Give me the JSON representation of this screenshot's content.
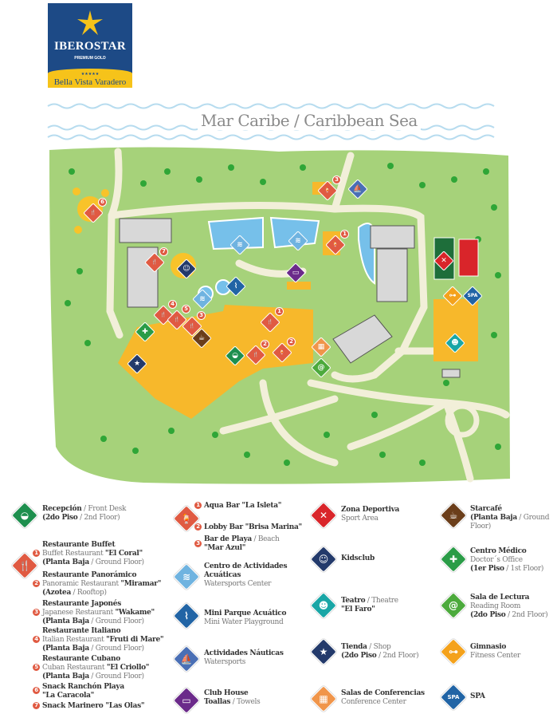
{
  "logo": {
    "brand": "IBEROSTAR",
    "tier": "PREMIUM GOLD",
    "stars": "★★★★★",
    "hotel": "Bella Vista Varadero"
  },
  "map": {
    "sea_label": "Mar Caribe / Caribbean Sea",
    "markers": [
      {
        "icon": "snack-icon",
        "glyph": "🍴",
        "num": "6",
        "color": "#e05a42"
      },
      {
        "icon": "bar-icon",
        "glyph": "🍹",
        "num": "3",
        "color": "#e05a42"
      },
      {
        "icon": "sailboat-icon",
        "glyph": "⛵",
        "color": "#4a6fb5"
      },
      {
        "icon": "restaurant-icon",
        "glyph": "🍴",
        "num": "7",
        "color": "#e05a42"
      },
      {
        "icon": "kidsclub-icon",
        "glyph": "☺",
        "color": "#233a6b"
      },
      {
        "icon": "swimmer-icon",
        "glyph": "≋",
        "color": "#6fb3e0"
      },
      {
        "icon": "swimmer-icon",
        "glyph": "≋",
        "color": "#6fb3e0"
      },
      {
        "icon": "bar-icon",
        "glyph": "🍹",
        "num": "1",
        "color": "#e05a42"
      },
      {
        "icon": "club-house-icon",
        "glyph": "▭",
        "color": "#6b2a8a"
      },
      {
        "icon": "water-slide-icon",
        "glyph": "⌇",
        "color": "#2164a5"
      },
      {
        "icon": "swimmer-icon",
        "glyph": "≋",
        "color": "#6fb3e0"
      },
      {
        "icon": "restaurant-icon",
        "glyph": "🍴",
        "num": "4",
        "color": "#e05a42"
      },
      {
        "icon": "restaurant-icon",
        "glyph": "🍴",
        "num": "5",
        "color": "#e05a42"
      },
      {
        "icon": "restaurant-icon",
        "glyph": "🍴",
        "num": "3",
        "color": "#e05a42"
      },
      {
        "icon": "restaurant-icon",
        "glyph": "🍴",
        "num": "1",
        "color": "#e05a42"
      },
      {
        "icon": "medical-icon",
        "glyph": "✚",
        "color": "#2a9c47"
      },
      {
        "icon": "starcafe-icon",
        "glyph": "☕",
        "color": "#6b3e1a"
      },
      {
        "icon": "reception-icon",
        "glyph": "◒",
        "color": "#1e8f4e"
      },
      {
        "icon": "restaurant-icon",
        "glyph": "🍴",
        "num": "2",
        "color": "#e05a42"
      },
      {
        "icon": "bar-icon",
        "glyph": "🍹",
        "num": "2",
        "color": "#e05a42"
      },
      {
        "icon": "conference-icon",
        "glyph": "▦",
        "color": "#f0954a"
      },
      {
        "icon": "reading-icon",
        "glyph": "@",
        "color": "#4caa3c"
      },
      {
        "icon": "shop-icon",
        "glyph": "★",
        "color": "#233a6b"
      },
      {
        "icon": "gym-icon",
        "glyph": "⊶",
        "color": "#f4a21c"
      },
      {
        "icon": "spa-icon",
        "glyph": "SPA",
        "color": "#2164a5"
      },
      {
        "icon": "theatre-icon",
        "glyph": "☻",
        "color": "#19a6a6"
      },
      {
        "icon": "sport-icon",
        "glyph": "✕",
        "color": "#d9252a"
      }
    ]
  },
  "legend": {
    "reception": {
      "b1": "Recepción",
      "t1": "Front Desk",
      "b2": "(2do Piso",
      "t2": "2nd Floor)",
      "color": "#1e8f4e",
      "glyph": "◒"
    },
    "restaurants": {
      "color": "#e05a42",
      "glyph": "🍴",
      "items": [
        {
          "n": "1",
          "title": "Restaurante Buffet",
          "sub": "Buffet Restaurant ",
          "name": "\"El Coral\"",
          "b": "(Planta Baja",
          "t": "Ground Floor)"
        },
        {
          "n": "2",
          "title": "Restaurante Panorámico",
          "sub": "Panoramic Restaurant ",
          "name": "\"Miramar\"",
          "b": "(Azotea",
          "t": "Rooftop)"
        },
        {
          "n": "3",
          "title": "Restaurante Japonés",
          "sub": "Japanese Restaurant ",
          "name": "\"Wakame\"",
          "b": "(Planta Baja",
          "t": "Ground Floor)"
        },
        {
          "n": "4",
          "title": "Restaurante Italiano",
          "sub": "Italian Restaurant ",
          "name": "\"Fruti di Mare\"",
          "b": "(Planta Baja",
          "t": "Ground Floor)"
        },
        {
          "n": "5",
          "title": "Restaurante Cubano",
          "sub": "Cuban Restaurant ",
          "name": "\"El Criollo\"",
          "b": "(Planta Baja",
          "t": "Ground Floor)"
        },
        {
          "n": "6",
          "title": "Snack Ranchón Playa",
          "name": "\"La Caracola\""
        },
        {
          "n": "7",
          "title": "Snack Marinero \"Las Olas\""
        }
      ]
    },
    "bars": {
      "color": "#e05a42",
      "glyph": "🍹",
      "items": [
        {
          "n": "1",
          "title": "Aqua Bar \"La Isleta\""
        },
        {
          "n": "2",
          "title": "Lobby Bar \"Brisa Marina\""
        },
        {
          "n": "3",
          "title": "Bar de Playa",
          "sub": "Beach",
          "name": "\"Mar Azul\""
        }
      ]
    },
    "watersports_center": {
      "b1": "Centro de Actividades",
      "b2": "Acuáticas",
      "t": "Watersports Center",
      "color": "#6fb3e0",
      "glyph": "≋"
    },
    "mini_water": {
      "b": "Mini Parque Acuático",
      "t": "Mini Water Playground",
      "color": "#2164a5",
      "glyph": "⌇"
    },
    "nautical": {
      "b": "Actividades Náuticas",
      "t": "Watersports",
      "color": "#4a6fb5",
      "glyph": "⛵"
    },
    "club_house": {
      "b1": "Club House",
      "b2": "Toallas",
      "t": "Towels",
      "color": "#6b2a8a",
      "glyph": "▭"
    },
    "sport": {
      "b": "Zona Deportiva",
      "t": "Sport Area",
      "color": "#d9252a",
      "glyph": "✕"
    },
    "kids": {
      "b": "Kidsclub",
      "color": "#233a6b",
      "glyph": "☺"
    },
    "theatre": {
      "b": "Teatro",
      "t": "Theatre",
      "b2": "\"El Faro\"",
      "color": "#19a6a6",
      "glyph": "☻"
    },
    "shop": {
      "b": "Tienda",
      "t": "Shop",
      "b2": "(2do Piso",
      "t2": "2nd Floor)",
      "color": "#233a6b",
      "glyph": "★"
    },
    "conference": {
      "b": "Salas de Conferencias",
      "t": "Conference Center",
      "color": "#f0954a",
      "glyph": "▦"
    },
    "starcafe": {
      "b": "Starcafé",
      "b2": "(Planta Baja",
      "t2": "Ground Floor)",
      "color": "#6b3e1a",
      "glyph": "☕"
    },
    "medical": {
      "b": "Centro Médico",
      "t": "Doctor´s Office",
      "b2": "(1er Piso",
      "t2": "1st Floor)",
      "color": "#2a9c47",
      "glyph": "✚"
    },
    "reading": {
      "b": "Sala de Lectura",
      "t": "Reading Room",
      "b2": "(2do Piso",
      "t2": "2nd Floor)",
      "color": "#4caa3c",
      "glyph": "@"
    },
    "gym": {
      "b": "Gimnasio",
      "t": "Fitness Center",
      "color": "#f4a21c",
      "glyph": "⊶"
    },
    "spa": {
      "b": "SPA",
      "color": "#2164a5",
      "glyph": "SPA"
    }
  }
}
